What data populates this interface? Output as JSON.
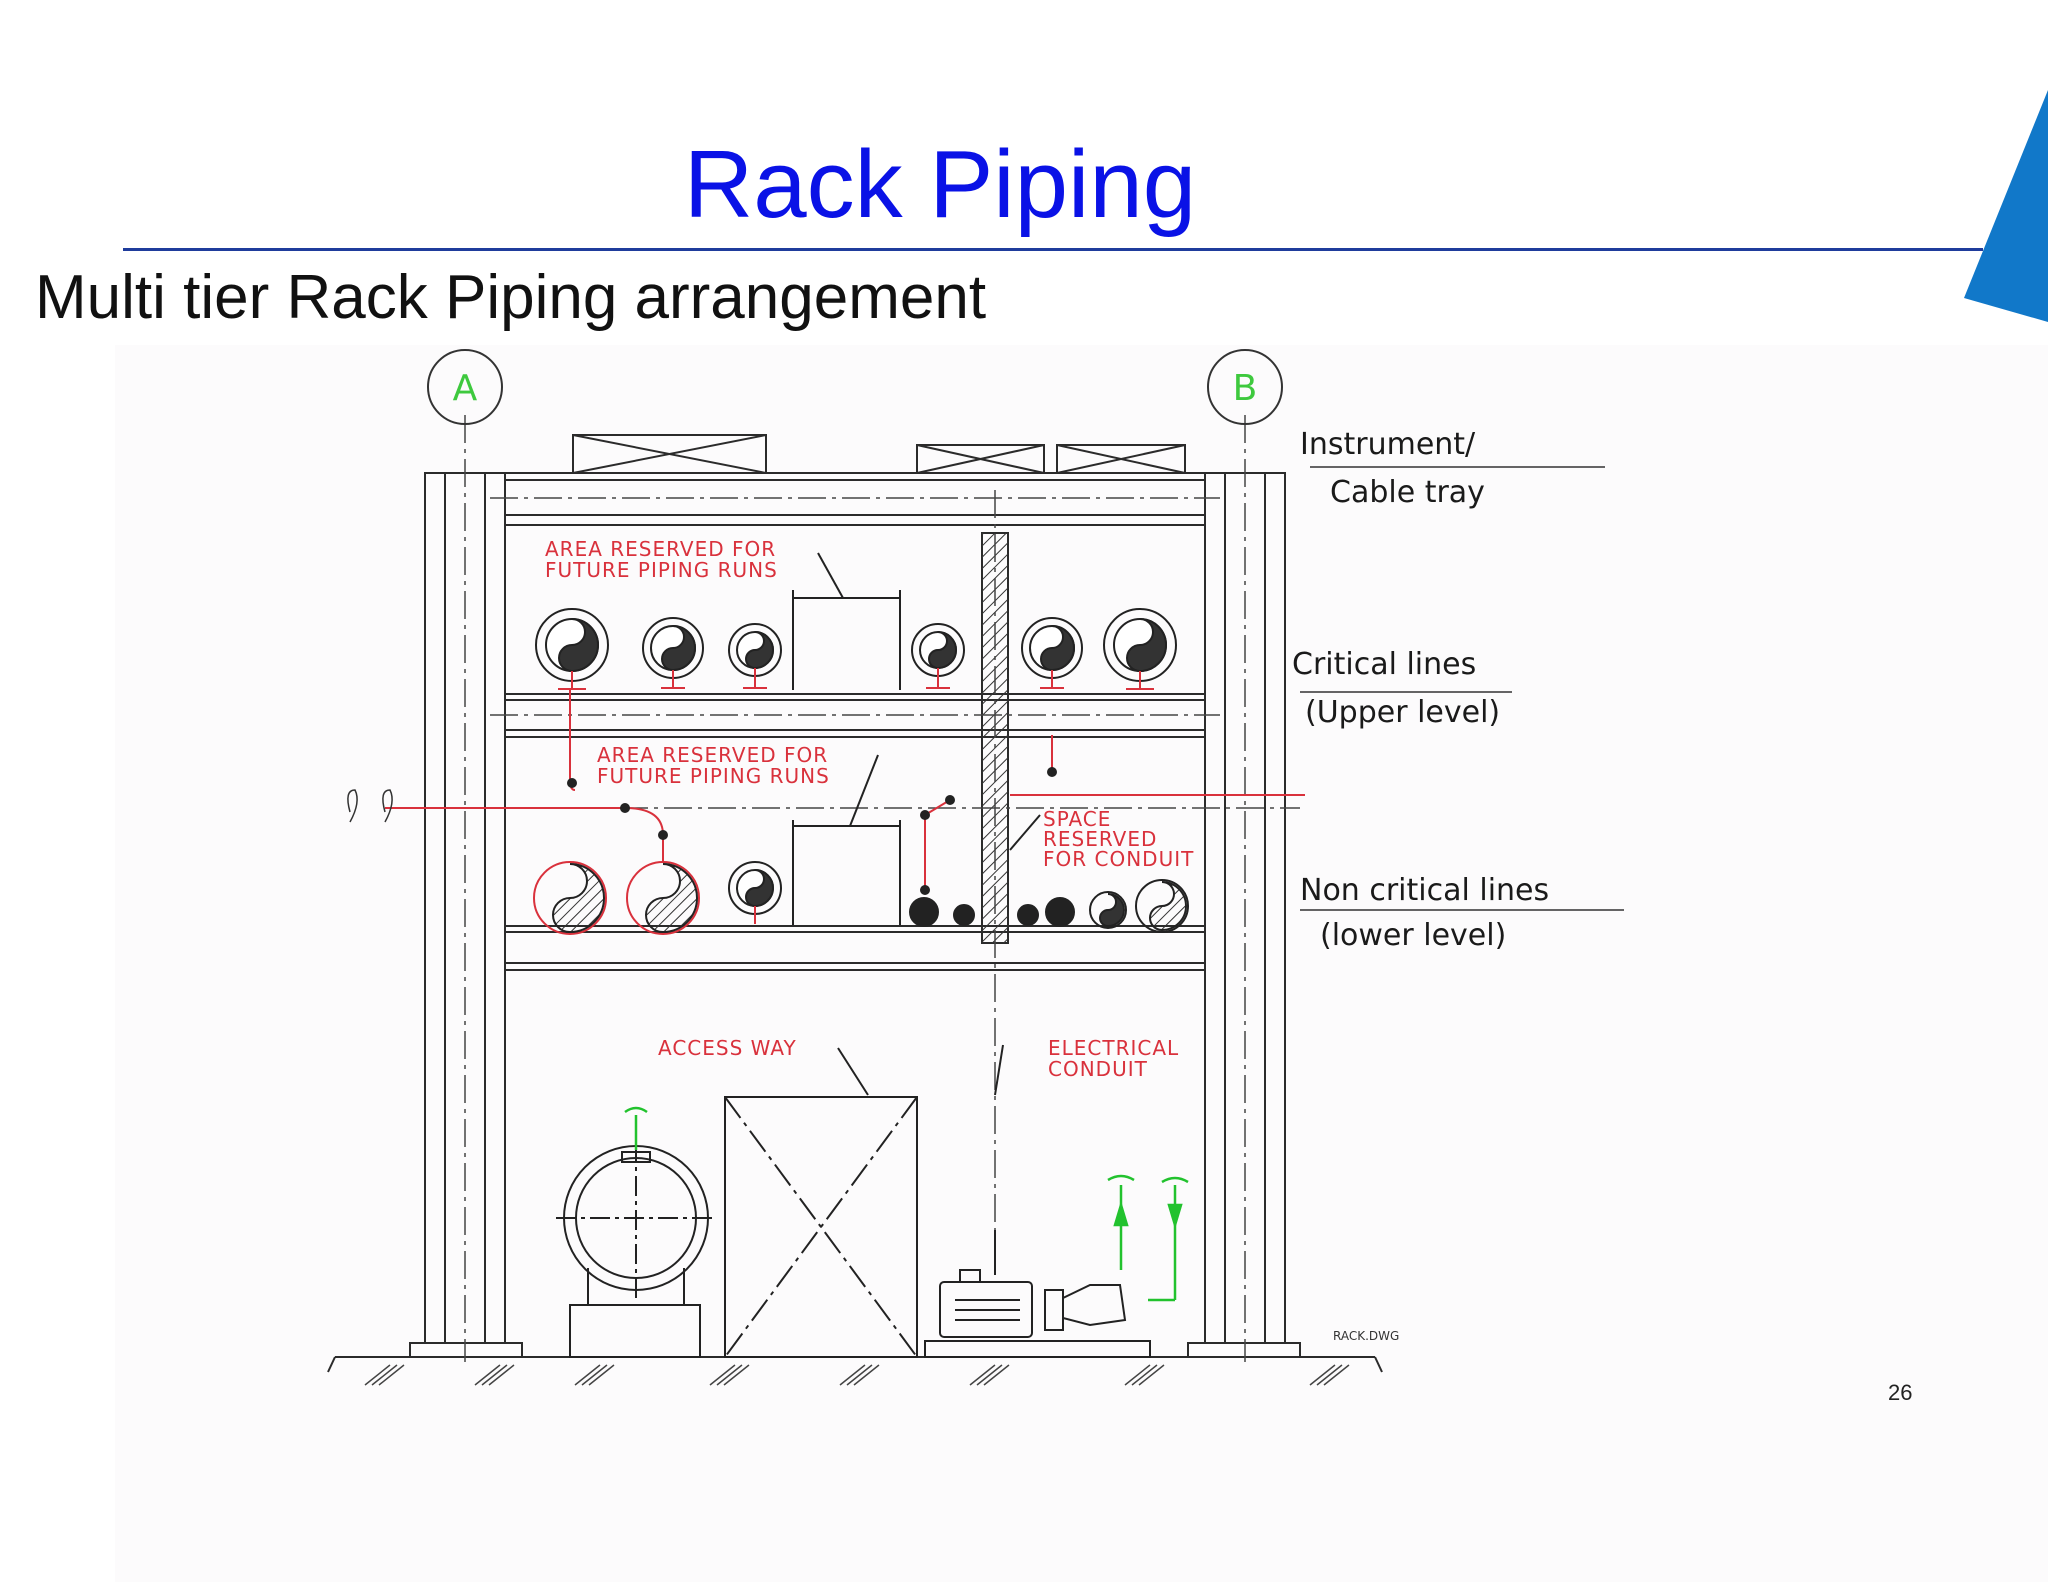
{
  "slide": {
    "title": "Rack Piping",
    "subtitle": "Multi tier Rack Piping arrangement",
    "page_number": "26",
    "title_color": "#0a12e6",
    "rule_color": "#1f3c9c",
    "accent_color": "#1178c9"
  },
  "diagram": {
    "grid_labels": [
      "A",
      "B"
    ],
    "red_labels": {
      "reserved_upper_1": "AREA RESERVED FOR",
      "reserved_upper_2": "FUTURE PIPING RUNS",
      "reserved_lower_1": "AREA RESERVED FOR",
      "reserved_lower_2": "FUTURE PIPING RUNS",
      "conduit_space_1": "SPACE",
      "conduit_space_2": "RESERVED",
      "conduit_space_3": "FOR CONDUIT",
      "access_way": "ACCESS WAY",
      "electrical_1": "ELECTRICAL",
      "electrical_2": "CONDUIT"
    },
    "side_labels": {
      "tray_1": "Instrument/",
      "tray_2": "Cable tray",
      "critical_1": "Critical lines",
      "critical_2": "(Upper level)",
      "noncritical_1": "Non critical lines",
      "noncritical_2": "(lower level)"
    },
    "drawing_ref": "RACK.DWG",
    "colors": {
      "line": "#2b2b2b",
      "red": "#d9313c",
      "green": "#22c22e",
      "grid_circle_text": "#3ec93e"
    }
  }
}
